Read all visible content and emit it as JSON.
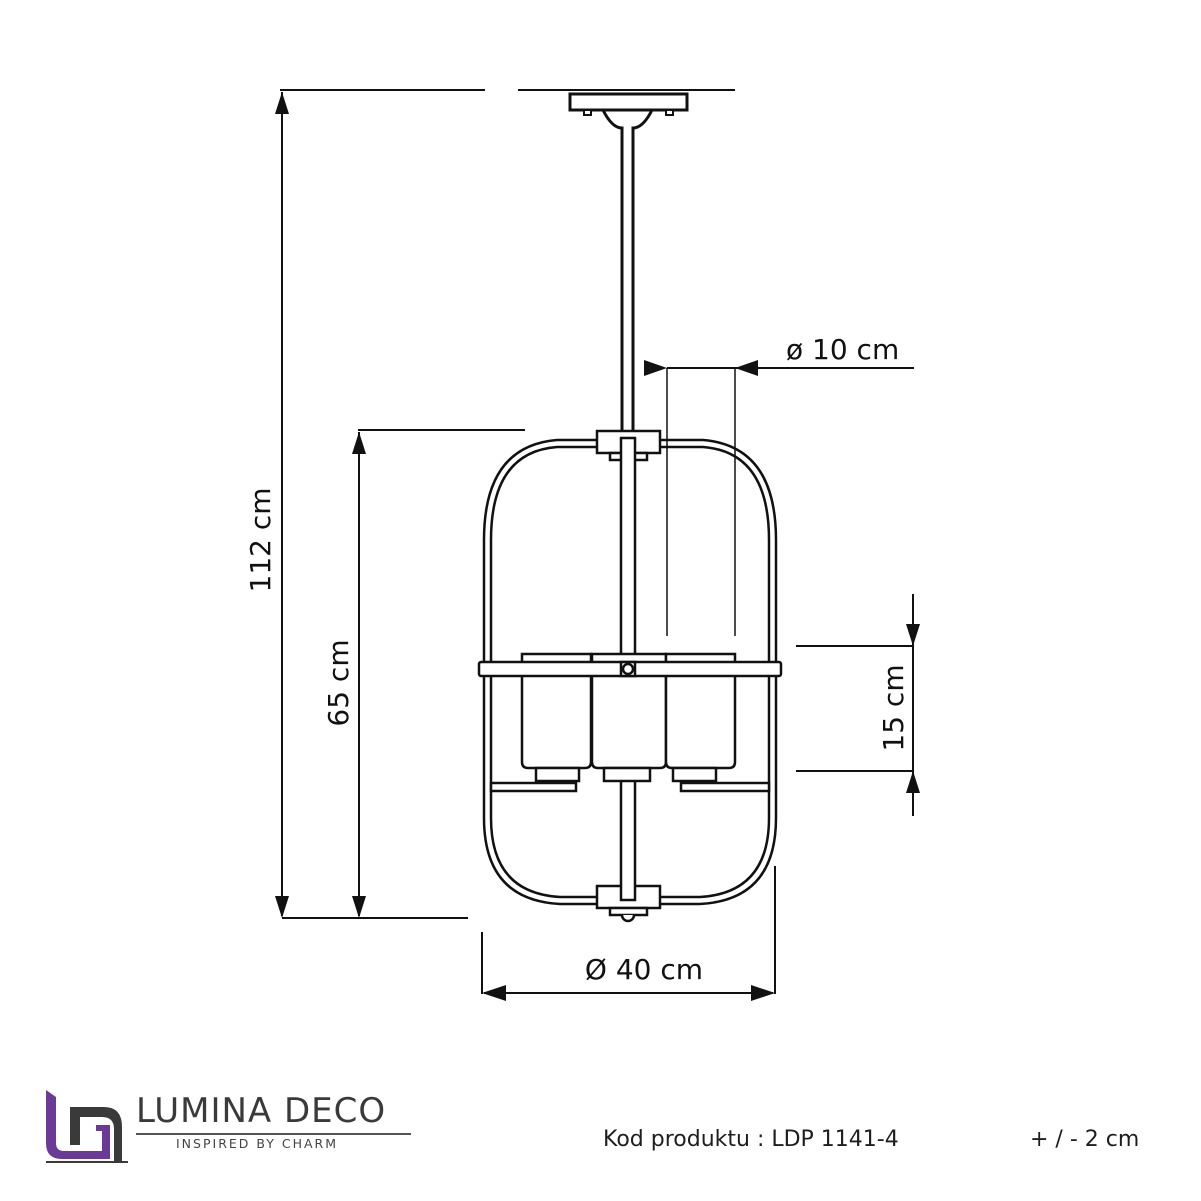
{
  "drawing": {
    "title": "Pendant lamp technical dimension drawing",
    "line_color": "#111111",
    "dimensions": {
      "total_height": "112 cm",
      "cage_height": "65 cm",
      "shade_diameter": "ø 10 cm",
      "shade_height": "15 cm",
      "cage_diameter": "Ø 40 cm"
    }
  },
  "footer": {
    "brand": {
      "name": "LUMINA DECO",
      "tagline": "INSPIRED BY CHARM",
      "accent_color": "#6a3a96",
      "dark_color": "#3a3a3a"
    },
    "product_code": "Kod produktu : LDP 1141-4",
    "tolerance": "+ / - 2 cm"
  }
}
